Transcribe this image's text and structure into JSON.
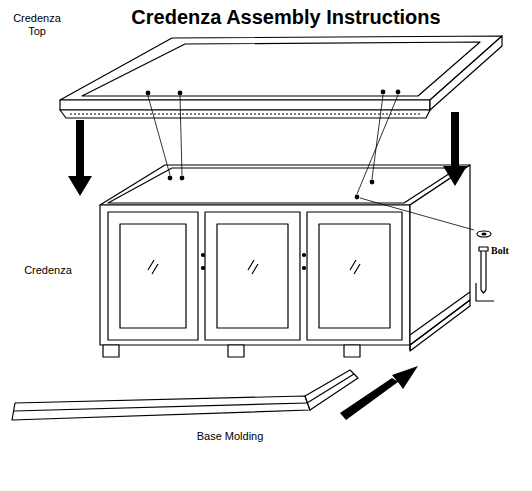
{
  "diagram": {
    "title": "Credenza Assembly Instructions",
    "labels": [
      "Credenza Top",
      "Credenza",
      "Bolt",
      "Base Molding"
    ]
  }
}
